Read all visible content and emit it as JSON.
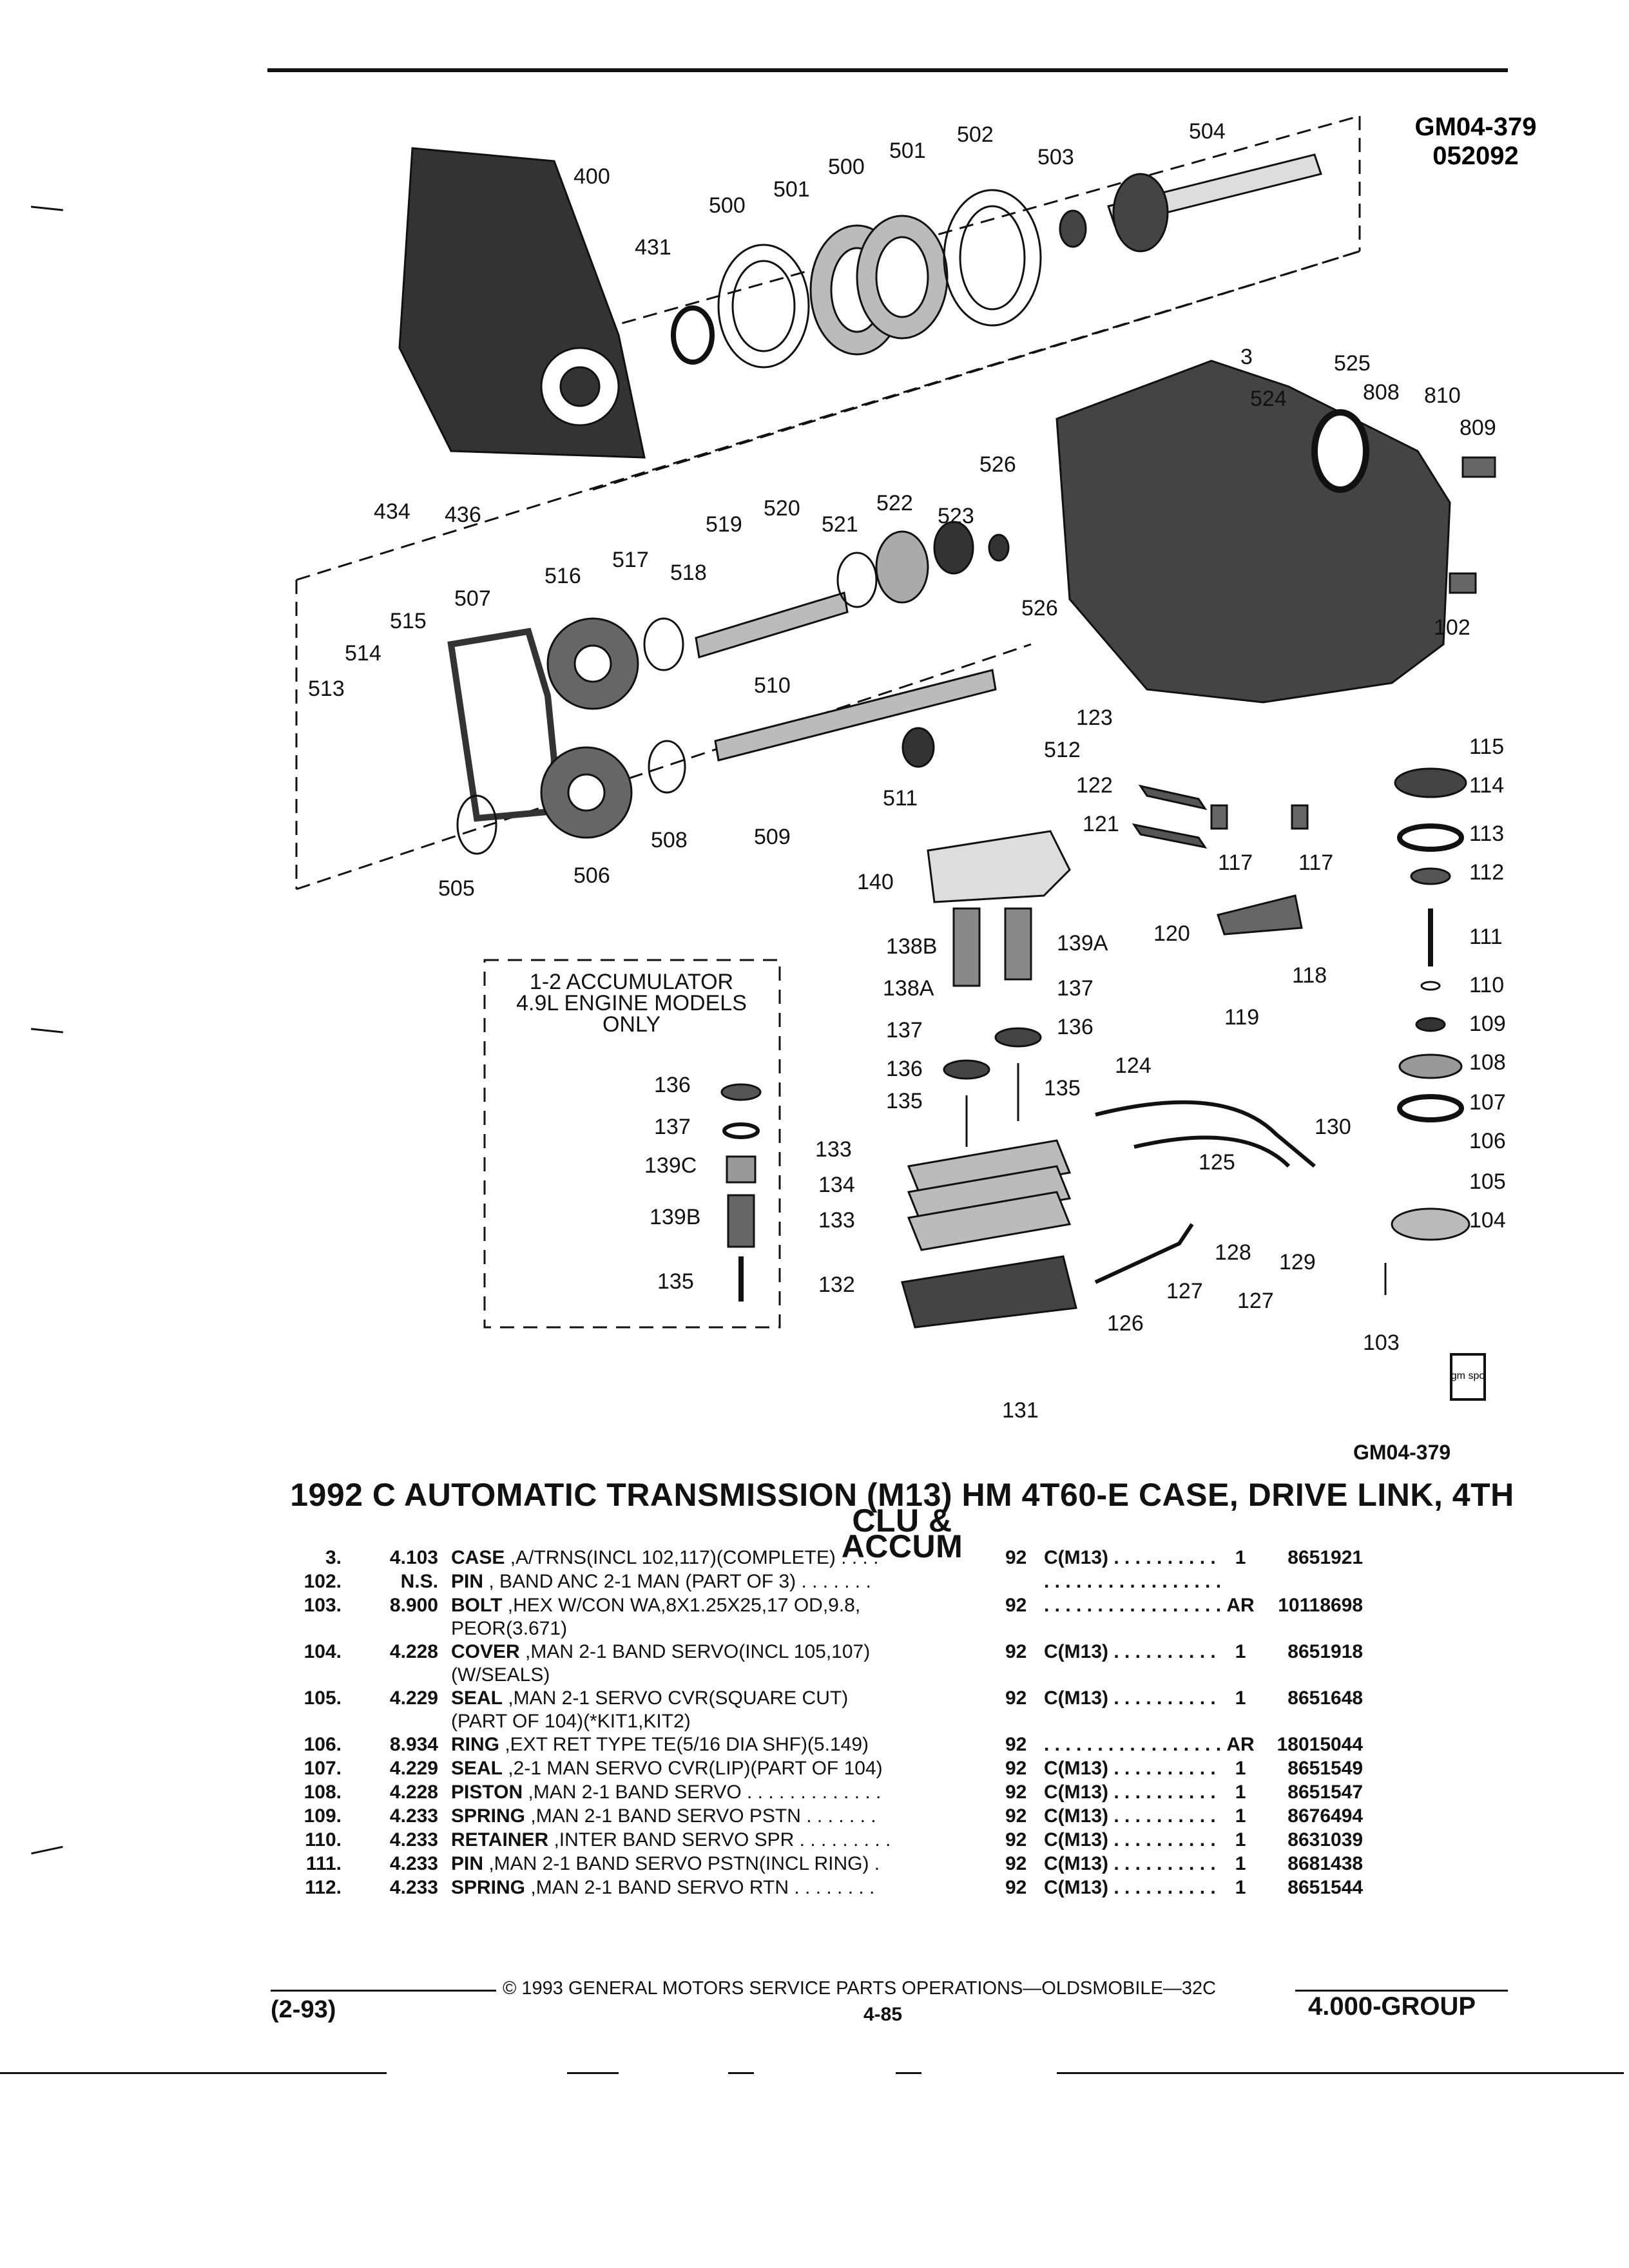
{
  "header": {
    "figure_code": "GM04-379",
    "figure_date": "052092",
    "figure_ref_bottom": "GM04-379",
    "logo_text": "gm spo"
  },
  "inset": {
    "lines": [
      "1-2 ACCUMULATOR",
      "4.9L ENGINE MODELS",
      "ONLY"
    ]
  },
  "callouts": [
    "400",
    "500",
    "501",
    "500",
    "501",
    "502",
    "503",
    "504",
    "431",
    "434",
    "436",
    "3",
    "525",
    "524",
    "808",
    "810",
    "809",
    "526",
    "519",
    "520",
    "521",
    "522",
    "523",
    "526",
    "102",
    "516",
    "517",
    "518",
    "507",
    "515",
    "514",
    "513",
    "510",
    "512",
    "511",
    "505",
    "506",
    "508",
    "509",
    "123",
    "122",
    "121",
    "120",
    "117",
    "117",
    "118",
    "119",
    "115",
    "114",
    "113",
    "112",
    "111",
    "110",
    "109",
    "108",
    "107",
    "106",
    "105",
    "104",
    "103",
    "140",
    "138B",
    "139A",
    "138A",
    "137",
    "137",
    "136",
    "136",
    "135",
    "135",
    "124",
    "125",
    "130",
    "133",
    "134",
    "133",
    "128",
    "129",
    "127",
    "127",
    "126",
    "132",
    "131",
    "136",
    "137",
    "139C",
    "139B",
    "135"
  ],
  "title": {
    "line1": "1992 C AUTOMATIC TRANSMISSION (M13) HM 4T60-E CASE, DRIVE LINK, 4TH CLU &",
    "line2": "ACCUM"
  },
  "parts": [
    {
      "item": "3.",
      "group": "4.103",
      "name": "CASE",
      "desc": " ,A/TRNS(INCL 102,117)(COMPLETE) . . . .",
      "desc2": "",
      "year": "92",
      "model": "C(M13) . . . . . . . . . .",
      "qty": "1",
      "part_no": "8651921"
    },
    {
      "item": "102.",
      "group": "N.S.",
      "name": "PIN",
      "desc": " , BAND ANC 2-1 MAN (PART OF 3) . . . . . . .",
      "desc2": "",
      "year": "",
      "model": ". . . . . . . . . . . . . . . . .",
      "qty": "",
      "part_no": ""
    },
    {
      "item": "103.",
      "group": "8.900",
      "name": "BOLT",
      "desc": " ,HEX W/CON WA,8X1.25X25,17 OD,9.8,",
      "desc2": "PEOR(3.671)",
      "year": "92",
      "model": ". . . . . . . . . . . . . . . . .",
      "qty": "AR",
      "part_no": "10118698"
    },
    {
      "item": "104.",
      "group": "4.228",
      "name": "COVER",
      "desc": " ,MAN 2-1 BAND SERVO(INCL 105,107)",
      "desc2": "(W/SEALS)",
      "year": "92",
      "model": "C(M13) . . . . . . . . . .",
      "qty": "1",
      "part_no": "8651918"
    },
    {
      "item": "105.",
      "group": "4.229",
      "name": "SEAL",
      "desc": " ,MAN 2-1 SERVO CVR(SQUARE CUT)",
      "desc2": "(PART OF 104)(*KIT1,KIT2)",
      "year": "92",
      "model": "C(M13) . . . . . . . . . .",
      "qty": "1",
      "part_no": "8651648"
    },
    {
      "item": "106.",
      "group": "8.934",
      "name": "RING",
      "desc": " ,EXT RET TYPE TE(5/16 DIA SHF)(5.149)",
      "desc2": "",
      "year": "92",
      "model": ". . . . . . . . . . . . . . . . .",
      "qty": "AR",
      "part_no": "18015044"
    },
    {
      "item": "107.",
      "group": "4.229",
      "name": "SEAL",
      "desc": " ,2-1 MAN SERVO CVR(LIP)(PART OF 104)",
      "desc2": "",
      "year": "92",
      "model": "C(M13) . . . . . . . . . .",
      "qty": "1",
      "part_no": "8651549"
    },
    {
      "item": "108.",
      "group": "4.228",
      "name": "PISTON",
      "desc": " ,MAN 2-1 BAND SERVO . . . . . . . . . . . . .",
      "desc2": "",
      "year": "92",
      "model": "C(M13) . . . . . . . . . .",
      "qty": "1",
      "part_no": "8651547"
    },
    {
      "item": "109.",
      "group": "4.233",
      "name": "SPRING",
      "desc": " ,MAN 2-1 BAND SERVO PSTN . . . . . . .",
      "desc2": "",
      "year": "92",
      "model": "C(M13) . . . . . . . . . .",
      "qty": "1",
      "part_no": "8676494"
    },
    {
      "item": "110.",
      "group": "4.233",
      "name": "RETAINER",
      "desc": " ,INTER BAND SERVO SPR . . . . . . . . .",
      "desc2": "",
      "year": "92",
      "model": "C(M13) . . . . . . . . . .",
      "qty": "1",
      "part_no": "8631039"
    },
    {
      "item": "111.",
      "group": "4.233",
      "name": "PIN",
      "desc": " ,MAN 2-1 BAND SERVO PSTN(INCL RING) .",
      "desc2": "",
      "year": "92",
      "model": "C(M13) . . . . . . . . . .",
      "qty": "1",
      "part_no": "8681438"
    },
    {
      "item": "112.",
      "group": "4.233",
      "name": "SPRING",
      "desc": " ,MAN 2-1 BAND SERVO RTN . . . . . . . .",
      "desc2": "",
      "year": "92",
      "model": "C(M13) . . . . . . . . . .",
      "qty": "1",
      "part_no": "8651544"
    }
  ],
  "footer": {
    "copyright": "© 1993 GENERAL MOTORS SERVICE PARTS OPERATIONS—OLDSMOBILE—32C",
    "date": "(2-93)",
    "page": "4-85",
    "group": "4.000-GROUP"
  }
}
